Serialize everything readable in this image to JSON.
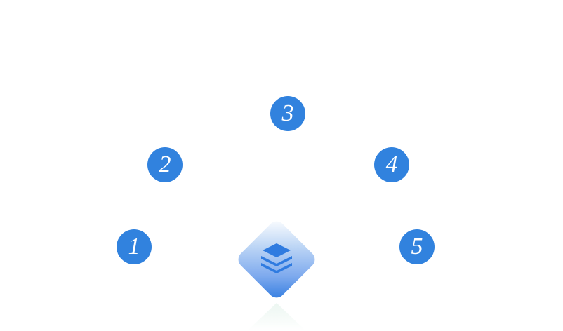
{
  "nodes": [
    {
      "label": "1"
    },
    {
      "label": "2"
    },
    {
      "label": "3"
    },
    {
      "label": "4"
    },
    {
      "label": "5"
    }
  ],
  "center": {
    "icon": "layers-icon"
  },
  "colors": {
    "node": "#3182de",
    "accent": "#2f7be0"
  }
}
